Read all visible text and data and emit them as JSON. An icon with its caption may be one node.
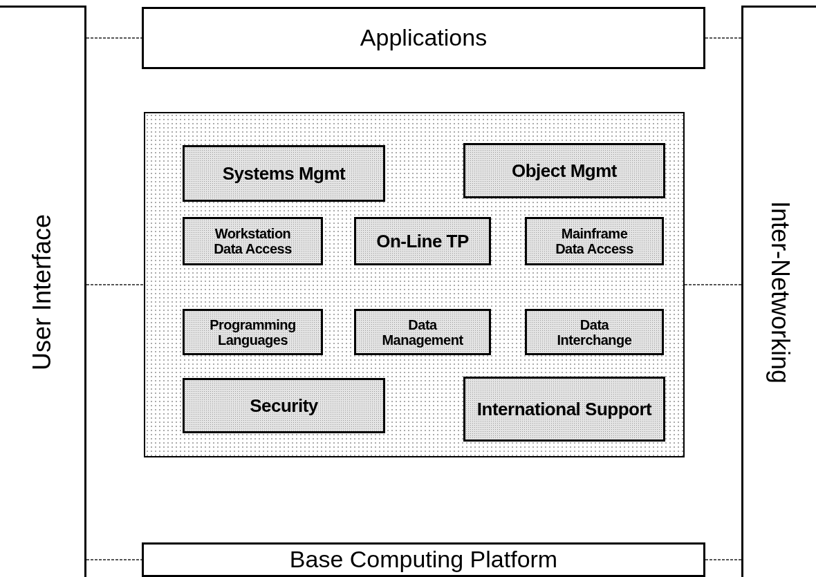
{
  "diagram": {
    "nodes": [
      {
        "text": [
          "User Interface"
        ]
      },
      {
        "text": [
          "Applications"
        ]
      },
      {
        "text": [],
        "shape": "box"
      },
      {
        "text": [
          "Systems Mgmt"
        ],
        "in": 2
      },
      {
        "text": [
          "Object Mgmt"
        ],
        "in": 2
      },
      {
        "text": [
          "Workstation Data Access"
        ],
        "in": 2
      },
      {
        "text": [
          "On-Line TP"
        ],
        "in": 2
      },
      {
        "text": [
          "Mainframe Data Access"
        ],
        "in": 2
      },
      {
        "text": [
          "Programming Languages"
        ],
        "in": 2
      },
      {
        "text": [
          "Data Management"
        ],
        "in": 2
      },
      {
        "text": [
          "Data Interchange"
        ],
        "in": 2
      },
      {
        "text": [
          "Security"
        ],
        "in": 2
      },
      {
        "text": [
          "International Support"
        ],
        "in": 2
      },
      {
        "text": [
          "Base Computing Platform"
        ]
      },
      {
        "text": [
          "Inter-Networking"
        ]
      }
    ],
    "edges": [
      {
        "from": 0,
        "to": 1,
        "arrow": "none",
        "style": "dashed"
      },
      {
        "from": 0,
        "to": 2,
        "arrow": "none",
        "style": "dashed"
      },
      {
        "from": 0,
        "to": 13,
        "arrow": "none",
        "style": "dashed"
      },
      {
        "from": 1,
        "to": 14,
        "arrow": "none",
        "style": "dashed"
      },
      {
        "from": 2,
        "to": 14,
        "arrow": "none",
        "style": "dashed"
      },
      {
        "from": 13,
        "to": 14,
        "arrow": "none",
        "style": "dashed"
      }
    ]
  }
}
